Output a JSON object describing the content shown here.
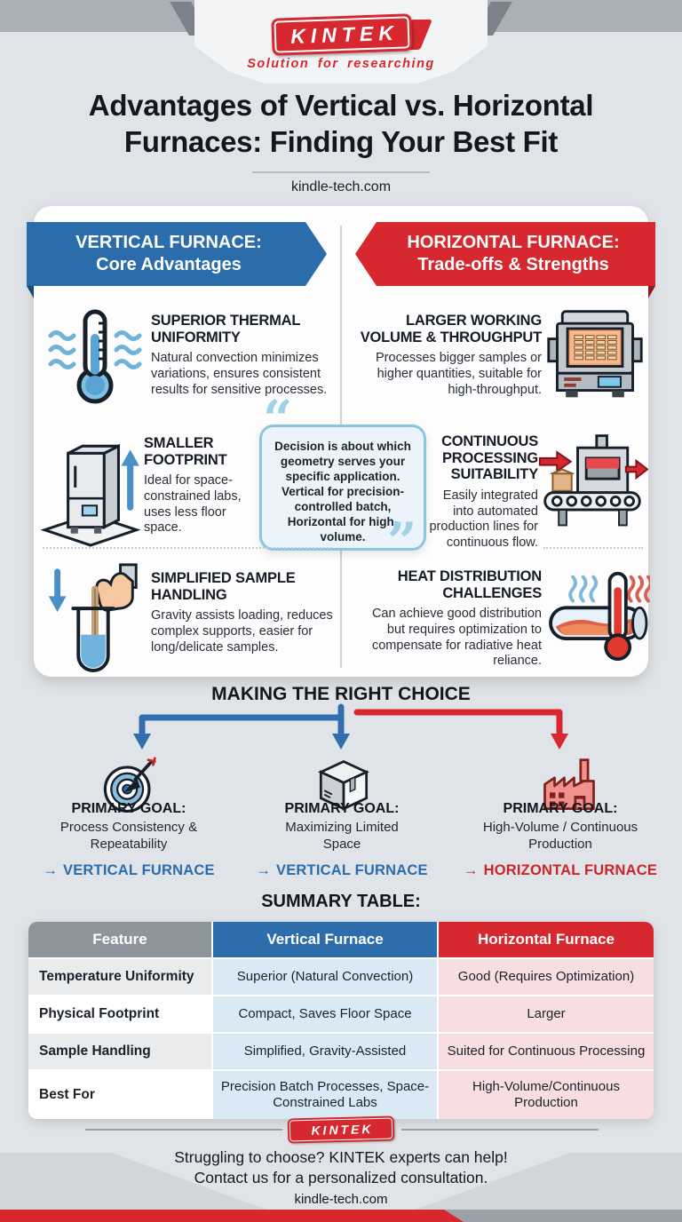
{
  "brand": {
    "name": "KINTEK",
    "tagline": "Solution for researching"
  },
  "colors": {
    "accent_blue": "#2a6cad",
    "accent_red": "#d7282f",
    "page_bg": "#e0e3e7",
    "topbar_gray": "#a9b0b7",
    "quote_border": "#8cc6dd",
    "quote_bg": "#eaf4fa",
    "table_header_gray": "#8d949c",
    "table_blue_cell": "#d9eaf4",
    "table_pink_cell": "#f9dee1"
  },
  "header": {
    "title_line1": "Advantages of Vertical vs. Horizontal",
    "title_line2": "Furnaces: Finding Your Best Fit",
    "website": "kindle-tech.com"
  },
  "vertical_panel": {
    "banner_line1": "VERTICAL FURNACE:",
    "banner_line2": "Core Advantages",
    "items": [
      {
        "icon": "thermometer-icon",
        "title": "SUPERIOR THERMAL UNIFORMITY",
        "body": "Natural convection minimizes variations, ensures consistent results for sensitive processes."
      },
      {
        "icon": "vertical-furnace-icon",
        "title": "SMALLER FOOTPRINT",
        "body": "Ideal for space-constrained labs, uses less floor space."
      },
      {
        "icon": "sample-loading-icon",
        "title": "SIMPLIFIED SAMPLE HANDLING",
        "body": "Gravity assists loading, reduces complex supports, easier for long/delicate samples."
      }
    ]
  },
  "horizontal_panel": {
    "banner_line1": "HORIZONTAL FURNACE:",
    "banner_line2": "Trade-offs & Strengths",
    "items": [
      {
        "icon": "horizontal-furnace-icon",
        "title": "LARGER WORKING VOLUME & THROUGHPUT",
        "body": "Processes bigger samples or higher quantities, suitable for high-throughput."
      },
      {
        "icon": "conveyor-icon",
        "title": "CONTINUOUS PROCESSING SUITABILITY",
        "body": "Easily integrated into automated production lines for continuous flow."
      },
      {
        "icon": "tube-thermometer-icon",
        "title": "HEAT DISTRIBUTION CHALLENGES",
        "body": "Can achieve good distribution but requires optimization to compensate for radiative heat reliance."
      }
    ]
  },
  "quote": {
    "open_mark": "“",
    "close_mark": "”",
    "text": "Decision is about which geometry serves your specific application. Vertical for precision-controlled batch, Horizontal for high-volume."
  },
  "choice": {
    "heading": "MAKING THE RIGHT CHOICE",
    "options": [
      {
        "icon": "target-icon",
        "label": "PRIMARY GOAL:",
        "goal": "Process Consistency &\nRepeatability",
        "arrow": "→",
        "recommendation": "VERTICAL FURNACE"
      },
      {
        "icon": "package-icon",
        "label": "PRIMARY GOAL:",
        "goal": "Maximizing Limited\nSpace",
        "arrow": "→",
        "recommendation": "VERTICAL FURNACE"
      },
      {
        "icon": "factory-icon",
        "label": "PRIMARY GOAL:",
        "goal": "High-Volume / Continuous\nProduction",
        "arrow": "→",
        "recommendation": "HORIZONTAL FURNACE"
      }
    ]
  },
  "summary_table": {
    "heading": "SUMMARY TABLE:",
    "columns": [
      "Feature",
      "Vertical Furnace",
      "Horizontal Furnace"
    ],
    "rows": [
      {
        "feature": "Temperature Uniformity",
        "vertical": "Superior (Natural Convection)",
        "horizontal": "Good (Requires Optimization)"
      },
      {
        "feature": "Physical Footprint",
        "vertical": "Compact, Saves Floor Space",
        "horizontal": "Larger"
      },
      {
        "feature": "Sample Handling",
        "vertical": "Simplified, Gravity-Assisted",
        "horizontal": "Suited for Continuous Processing"
      },
      {
        "feature": "Best For",
        "vertical": "Precision Batch Processes, Space-Constrained Labs",
        "horizontal": "High-Volume/Continuous Production"
      }
    ]
  },
  "footer": {
    "brand": "KINTEK",
    "line1": "Struggling to choose? KINTEK experts can help!",
    "line2": "Contact us for a personalized consultation.",
    "website": "kindle-tech.com"
  }
}
